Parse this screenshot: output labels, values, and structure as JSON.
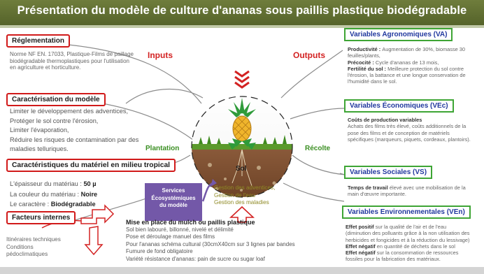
{
  "title": "Présentation du modèle de culture d'ananas sous paillis plastique biodégradable",
  "left": {
    "reglementation": {
      "heading": "Réglementation",
      "lines": [
        "Norme NF EN. 17033, Plastique-Films de paillage",
        "biodégradable thermoplastiques pour l'utilisation",
        "en agriculture et horticulture."
      ]
    },
    "caracterisation": {
      "heading": "Caractérisation du modèle",
      "items": [
        "Limiter le développement des adventices,",
        "Protéger le sol contre l'érosion,",
        "Limiter l'évaporation,",
        "Réduire les risques de contamination par des",
        "maladies telluriques."
      ]
    },
    "materiel": {
      "heading": "Caractéristiques du matériel en milieu tropical",
      "rows": [
        {
          "label": "L'épaisseur du matériau : ",
          "value": "50 µ"
        },
        {
          "label": "La couleur du matériau : ",
          "value": "Noire"
        },
        {
          "label": "Le caractère : ",
          "value": "Biodégradable"
        }
      ]
    },
    "facteurs": {
      "heading": "Facteurs internes",
      "items": [
        "Itinéraires techniques",
        "Conditions",
        "pédoclimatiques"
      ]
    }
  },
  "center": {
    "inputs": "Inputs",
    "outputs": "Outputs",
    "plantation": "Plantation",
    "recolte": "Récolte",
    "sol": "Sol",
    "services": [
      "Services",
      "Écosystémiques",
      "du modèle"
    ],
    "gestion": [
      "Gestion des adventices,",
      "Gestion de l'eau",
      "Gestion des maladies"
    ],
    "mulch": {
      "heading": "Mise en place du mulch ou paillis plastique",
      "lines": [
        "Sol bien labouré, billonné, nivelé et délimité",
        "Pose et déroulage manuel des films",
        "Pour l'ananas schéma cultural (30cmX40cm  sur 3 lignes par bandes",
        "Fumure de fond obligatoire",
        "Variété résistance d'ananas: pain de sucre ou sugar loaf"
      ]
    }
  },
  "right": {
    "agro": {
      "heading": "Variables Agronomiques (VA)",
      "entries": [
        {
          "bold": "Productivité : ",
          "lines": [
            "Augmentation de 30%, biomasse 30",
            "feuilles/plants,"
          ]
        },
        {
          "bold": "Précocité : ",
          "lines": [
            "Cycle d'ananas de 13 mois,"
          ]
        },
        {
          "bold": "Fertilité du sol : ",
          "lines": [
            "Meilleure protection du sol contre",
            "l'érosion, la battance et une longue conservation de",
            "l'humidité dans le sol."
          ]
        }
      ]
    },
    "eco": {
      "heading": "Variables  Économiques  (VEc)",
      "subheading": "Coûts de production variables",
      "lines": [
        "Achats des films très élevé, coûts additionnels de la",
        "pose des films et de conception de matériels",
        "spécifiques (marqueurs, piquets, cordeaux, plantoirs)."
      ]
    },
    "social": {
      "heading": "Variables  Sociales  (VS)",
      "bold": "Temps de travail",
      "lines": [
        " élevé avec une mobilisation de la",
        "main d'œuvre importante."
      ]
    },
    "env": {
      "heading": "Variables  Environnementales (VEn)",
      "entries": [
        {
          "bold": "Effet  positif",
          "lines": [
            " sur  la  qualité  de  l'air  et  de  l'eau",
            "(diminution des polluants grâce à la non utilisation des",
            "herbicides et fongicides et à la réduction du lessivage)"
          ]
        },
        {
          "bold": "Effet négatif",
          "lines": [
            " en quantité de déchets dans le sol"
          ]
        },
        {
          "bold": "Effet  négatif",
          "lines": [
            " sur  la  consommation  de  ressources",
            "fossiles pour la fabrication des matériaux."
          ]
        }
      ]
    }
  },
  "colors": {
    "accent_red": "#d11a1a",
    "accent_green": "#3ea535",
    "banner": "#5f6d30",
    "services": "#7358a8",
    "text_blue": "#21389e"
  }
}
